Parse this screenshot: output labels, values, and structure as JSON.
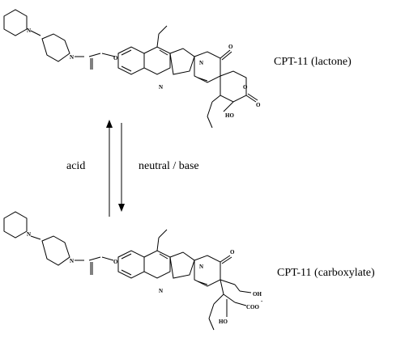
{
  "labels": {
    "lactone": "CPT-11 (lactone)",
    "carboxylate": "CPT-11 (carboxylate)",
    "forward_condition": "acid",
    "reverse_condition": "neutral / base"
  },
  "atoms": {
    "N": "N",
    "O": "O",
    "HO": "HO",
    "OH": "OH",
    "COO": "COO"
  },
  "charges": {
    "carboxylate": "-"
  }
}
